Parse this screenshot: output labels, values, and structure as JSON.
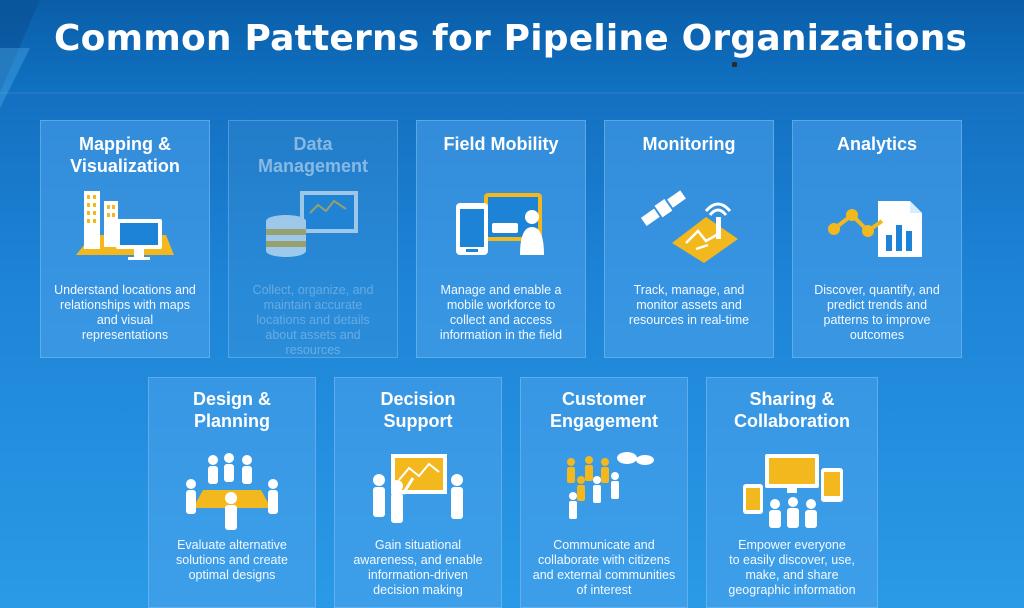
{
  "slide": {
    "title": "Common Patterns for Pipeline Organizations"
  },
  "cards_row1": [
    {
      "title": "Mapping &\nVisualization",
      "icon": "city-monitor-icon",
      "description": "Understand locations and\nrelationships with maps\nand visual\nrepresentations"
    },
    {
      "title": "Data\nManagement",
      "icon": "database-map-icon",
      "description": "Collect, organize, and\nmaintain accurate\nlocations and details\nabout assets and\nresources"
    },
    {
      "title": "Field Mobility",
      "icon": "mobile-worker-icon",
      "description": "Manage and enable a\nmobile workforce to\ncollect and access\ninformation in the field"
    },
    {
      "title": "Monitoring",
      "icon": "satellite-tracking-icon",
      "description": "Track, manage, and\nmonitor assets and\nresources in real-time"
    },
    {
      "title": "Analytics",
      "icon": "analytics-chart-icon",
      "description": "Discover, quantify, and\npredict trends and\npatterns to improve\noutcomes"
    }
  ],
  "cards_row2": [
    {
      "title": "Design &\nPlanning",
      "icon": "planning-team-icon",
      "description": "Evaluate alternative\nsolutions and create\noptimal designs"
    },
    {
      "title": "Decision\nSupport",
      "icon": "presentation-icon",
      "description": "Gain situational\nawareness, and enable\ninformation-driven\ndecision making"
    },
    {
      "title": "Customer\nEngagement",
      "icon": "community-chat-icon",
      "description": "Communicate and\ncollaborate with citizens\nand external communities\nof interest"
    },
    {
      "title": "Sharing &\nCollaboration",
      "icon": "sharing-devices-icon",
      "description": "Empower everyone\nto easily discover, use,\nmake, and share\ngeographic information"
    }
  ],
  "colors": {
    "accent_gold": "#f2b81e",
    "card_fill": "#4da3eb",
    "icon_white": "#ffffff",
    "title_band": "#0a5ea8"
  }
}
